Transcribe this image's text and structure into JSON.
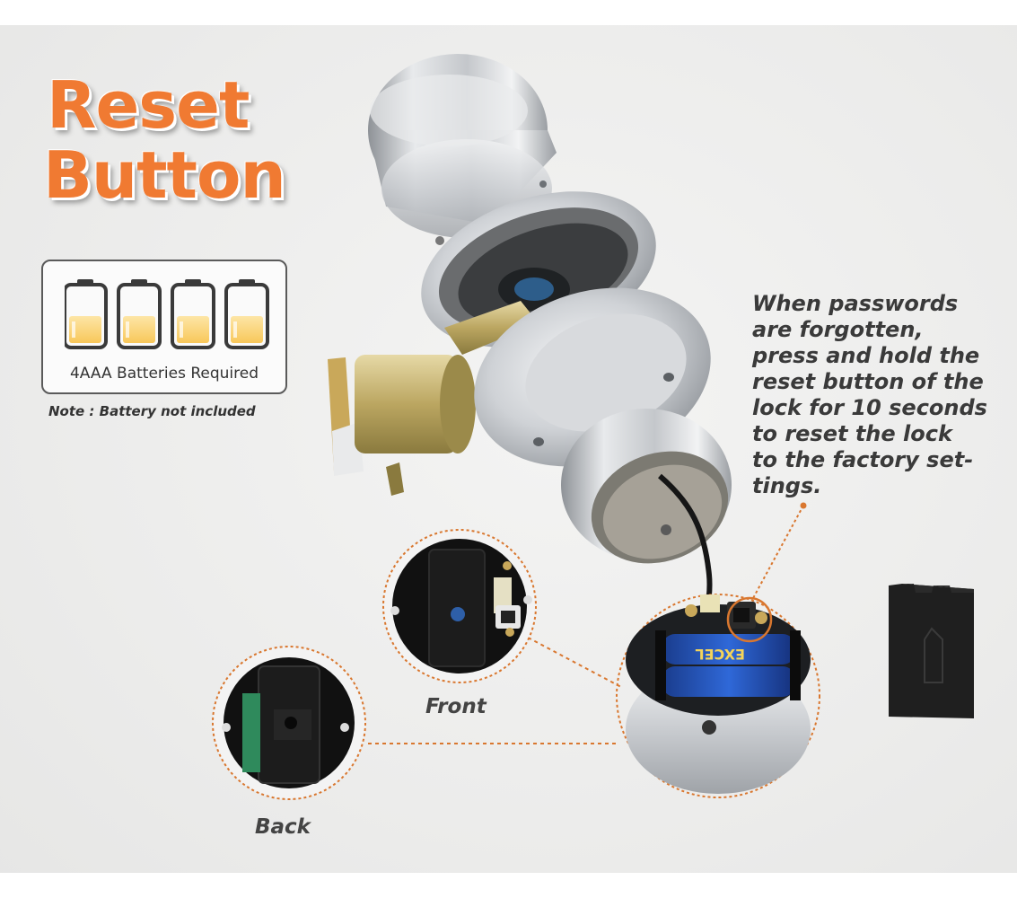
{
  "heading": {
    "line1": "Reset",
    "line2": "Button"
  },
  "battery_info": {
    "caption": "4AAA Batteries Required",
    "note": "Note : Battery not included",
    "battery_count": 4,
    "fill_level": 0.5
  },
  "instructions": {
    "lines": [
      "When passwords",
      "are forgotten,",
      "press and hold the",
      "reset button of the",
      "lock for 10 seconds",
      "to reset the lock",
      "to the factory set-",
      "tings."
    ]
  },
  "labels": {
    "front": "Front",
    "back": "Back"
  },
  "battery_brand": "EXCEL",
  "colors": {
    "accent": "#f07a32",
    "callout": "#d9772f",
    "battery_yellow": "#f8c75a",
    "chrome": "#cfd2d6",
    "text": "#3a3a3a"
  }
}
